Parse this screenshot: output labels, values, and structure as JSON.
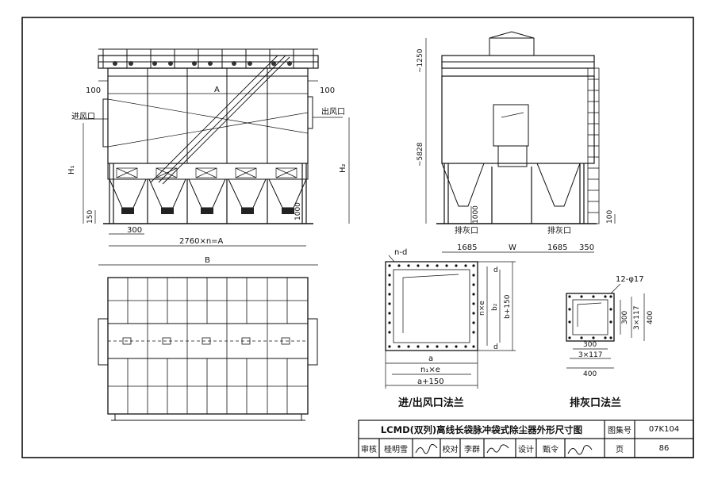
{
  "drawing": {
    "title": "LCMD(双列)离线长袋脉冲袋式除尘器外形尺寸图",
    "atlas_label": "图集号",
    "atlas_no": "07K104",
    "page_label": "页",
    "page_no": "86",
    "review_label": "审核",
    "reviewer": "桂明雪",
    "check_label": "校对",
    "checker": "李群",
    "design_label": "设计",
    "designer": "甄令"
  },
  "front_view": {
    "dim_top_left": "100",
    "dim_A": "A",
    "dim_top_right": "100",
    "inlet": "进风口",
    "outlet": "出风口",
    "dim_H1": "H₁",
    "dim_H2": "H₂",
    "dim_150": "150",
    "dim_1000": "1000",
    "dim_300": "300",
    "dim_length": "2760×n=A"
  },
  "side_view": {
    "dim_1250": "~1250",
    "dim_5828": "~5828",
    "dim_1000": "1000",
    "ash_outlet_left": "排灰口",
    "ash_outlet_right": "排灰口",
    "dim_100": "100",
    "dim_1685_left": "1685",
    "dim_W": "W",
    "dim_1685_right": "1685",
    "dim_350": "350"
  },
  "plan_view": {
    "dim_B": "B"
  },
  "inlet_flange": {
    "caption": "进/出风口法兰",
    "n_d": "n-d",
    "n_x_e": "n×e",
    "b2": "b₂",
    "b_150": "b+150",
    "d_top": "d",
    "d_bottom": "d",
    "a": "a",
    "n1_x_e": "n₁×e",
    "a_150": "a+150"
  },
  "ash_flange": {
    "caption": "排灰口法兰",
    "holes": "12-φ17",
    "dim_300_v": "300",
    "dim_3x117_v": "3×117",
    "dim_400_v": "400",
    "dim_300_h": "300",
    "dim_3x117_h": "3×117",
    "dim_400_h": "400"
  }
}
